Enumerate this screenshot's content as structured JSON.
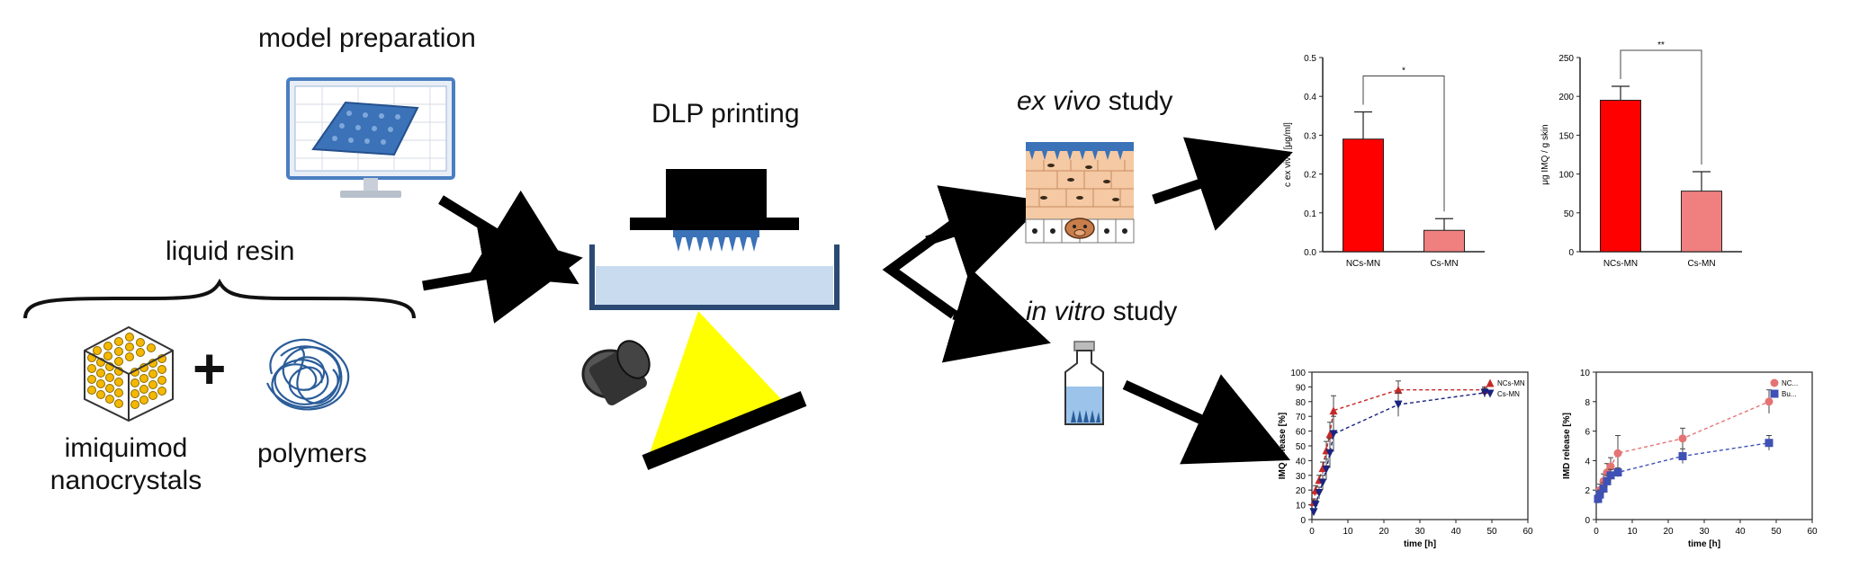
{
  "labels": {
    "model_preparation": "model preparation",
    "liquid_resin": "liquid resin",
    "imiquimod": "imiquimod",
    "nanocrystals": "nanocrystals",
    "plus": "+",
    "polymers": "polymers",
    "dlp_printing": "DLP printing",
    "ex_vivo_italic": "ex vivo",
    "ex_vivo_rest": " study",
    "in_vitro_italic": "in vitro",
    "in_vitro_rest": " study"
  },
  "colors": {
    "arrow": "#000000",
    "mn_blue": "#3b72b8",
    "resin": "#c9dcef",
    "light": "#ffff00",
    "bar_ncs": "#ff0000",
    "bar_cs": "#f08080",
    "series_ncs": "#e57373",
    "series_cs": "#3f51b5",
    "nanocrystal_gold": "#f5b800"
  },
  "chart_data": [
    {
      "type": "bar",
      "categories": [
        "NCs-MN",
        "Cs-MN"
      ],
      "values": [
        0.29,
        0.055
      ],
      "errors": [
        0.07,
        0.03
      ],
      "colors": [
        "#ff0000",
        "#f08080"
      ],
      "ylabel": "c ex vivo [μg/ml]",
      "ylim": [
        0,
        0.5
      ],
      "yticks": [
        "0.0",
        "0.1",
        "0.2",
        "0.3",
        "0.4",
        "0.5"
      ],
      "significance": "*"
    },
    {
      "type": "bar",
      "categories": [
        "NCs-MN",
        "Cs-MN"
      ],
      "values": [
        195,
        78
      ],
      "errors": [
        18,
        25
      ],
      "colors": [
        "#ff0000",
        "#f08080"
      ],
      "ylabel": "μg IMQ / g skin",
      "ylim": [
        0,
        250
      ],
      "yticks": [
        "0",
        "50",
        "100",
        "150",
        "200",
        "250"
      ],
      "significance": "**"
    },
    {
      "type": "line",
      "xlabel": "time [h]",
      "ylabel": "IMQ release [%]",
      "xlim": [
        0,
        60
      ],
      "ylim": [
        0,
        100
      ],
      "xticks": [
        "0",
        "10",
        "20",
        "30",
        "40",
        "50",
        "60"
      ],
      "yticks": [
        "0",
        "10",
        "20",
        "30",
        "40",
        "50",
        "60",
        "70",
        "80",
        "90",
        "100"
      ],
      "series": [
        {
          "name": "NCs-MN",
          "color": "#c62828",
          "marker": "triangle-up",
          "x": [
            0.5,
            1,
            2,
            3,
            4,
            5,
            6,
            24,
            48
          ],
          "y": [
            12,
            20,
            27,
            35,
            47,
            58,
            74,
            88,
            88
          ],
          "err": [
            2,
            3,
            3,
            4,
            6,
            8,
            10,
            6,
            2
          ]
        },
        {
          "name": "Cs-MN",
          "color": "#1a237e",
          "marker": "triangle-down",
          "x": [
            0.5,
            1,
            2,
            3,
            4,
            5,
            6,
            24,
            48
          ],
          "y": [
            5,
            10,
            18,
            25,
            34,
            45,
            58,
            78,
            86
          ],
          "err": [
            2,
            3,
            4,
            5,
            7,
            10,
            12,
            8,
            3
          ]
        }
      ]
    },
    {
      "type": "line",
      "xlabel": "time [h]",
      "ylabel": "IMD release [%]",
      "xlim": [
        0,
        60
      ],
      "ylim": [
        0,
        10
      ],
      "xticks": [
        "0",
        "10",
        "20",
        "30",
        "40",
        "50",
        "60"
      ],
      "yticks": [
        "0",
        "2",
        "4",
        "6",
        "8",
        "10"
      ],
      "series": [
        {
          "name": "NC...",
          "color": "#e57373",
          "marker": "circle",
          "x": [
            0.5,
            1,
            2,
            3,
            4,
            6,
            24,
            48
          ],
          "y": [
            1.5,
            2.0,
            2.6,
            3.2,
            3.6,
            4.5,
            5.5,
            8.0
          ],
          "err": [
            0.4,
            0.4,
            0.5,
            0.6,
            0.6,
            1.2,
            0.7,
            0.8
          ]
        },
        {
          "name": "Bu...",
          "color": "#3f51b5",
          "marker": "square",
          "x": [
            0.5,
            1,
            2,
            3,
            4,
            6,
            24,
            48
          ],
          "y": [
            1.4,
            1.7,
            2.1,
            2.6,
            3.0,
            3.2,
            4.3,
            5.2
          ],
          "err": [
            0.3,
            0.3,
            0.4,
            0.4,
            0.4,
            0.3,
            0.5,
            0.5
          ]
        }
      ]
    }
  ]
}
